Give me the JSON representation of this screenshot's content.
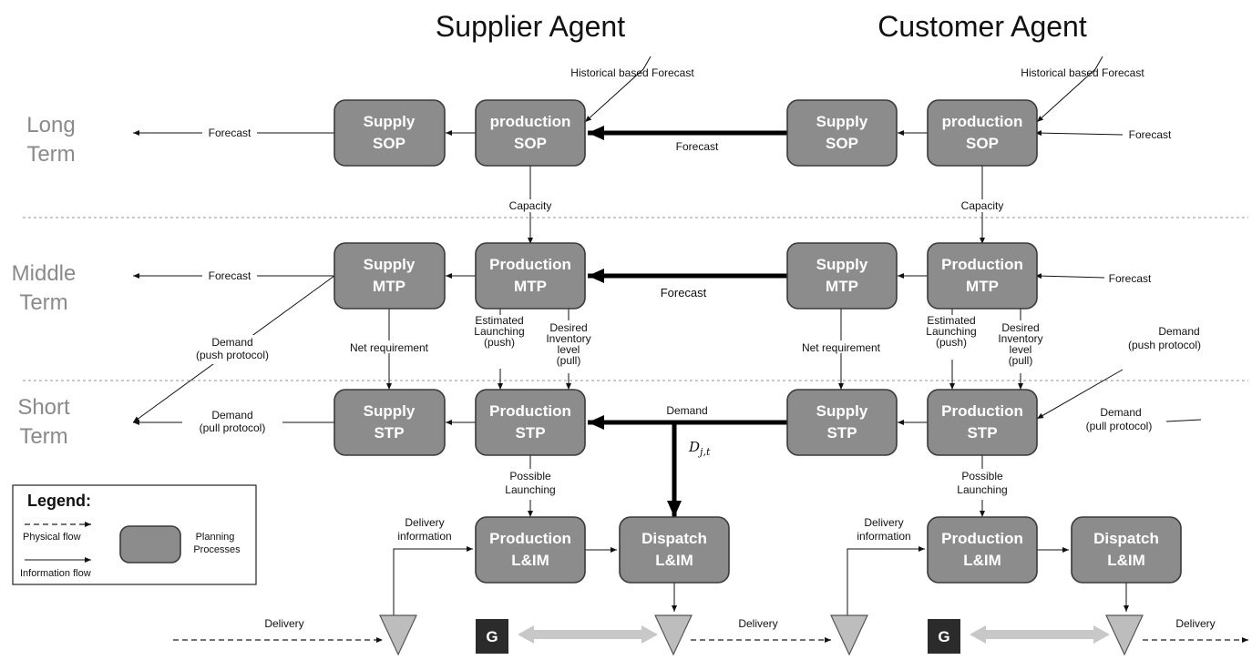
{
  "agents": {
    "supplier": "Supplier Agent",
    "customer": "Customer Agent"
  },
  "terms": {
    "long": [
      "Long",
      "Term"
    ],
    "middle": [
      "Middle",
      "Term"
    ],
    "short": [
      "Short",
      "Term"
    ]
  },
  "boxes": {
    "s_supply_sop": [
      "Supply",
      "SOP"
    ],
    "s_prod_sop": [
      "production",
      "SOP"
    ],
    "c_supply_sop": [
      "Supply",
      "SOP"
    ],
    "c_prod_sop": [
      "production",
      "SOP"
    ],
    "s_supply_mtp": [
      "Supply",
      "MTP"
    ],
    "s_prod_mtp": [
      "Production",
      "MTP"
    ],
    "c_supply_mtp": [
      "Supply",
      "MTP"
    ],
    "c_prod_mtp": [
      "Production",
      "MTP"
    ],
    "s_supply_stp": [
      "Supply",
      "STP"
    ],
    "s_prod_stp": [
      "Production",
      "STP"
    ],
    "c_supply_stp": [
      "Supply",
      "STP"
    ],
    "c_prod_stp": [
      "Production",
      "STP"
    ],
    "s_prod_lim": [
      "Production",
      "L&IM"
    ],
    "s_disp_lim": [
      "Dispatch",
      "L&IM"
    ],
    "c_prod_lim": [
      "Production",
      "L&IM"
    ],
    "c_disp_lim": [
      "Dispatch",
      "L&IM"
    ]
  },
  "labels": {
    "historical_forecast": "Historical based Forecast",
    "forecast": "Forecast",
    "capacity": "Capacity",
    "net_requirement": "Net requirement",
    "estimated_launching": [
      "Estimated",
      "Launching",
      "(push)"
    ],
    "desired_inventory": [
      "Desired",
      "Inventory",
      "level",
      "(pull)"
    ],
    "demand": "Demand",
    "demand_push": [
      "Demand",
      "(push protocol)"
    ],
    "demand_pull": [
      "Demand",
      "(pull protocol)"
    ],
    "possible_launching": [
      "Possible",
      "Launching"
    ],
    "delivery_information": [
      "Delivery",
      "information"
    ],
    "delivery": "Delivery",
    "dvar": "D",
    "dvar_sub": "j,t",
    "g": "G"
  },
  "legend": {
    "title": "Legend:",
    "physical_flow": "Physical flow",
    "information_flow": "Information flow",
    "planning_processes": [
      "Planning",
      "Processes"
    ]
  }
}
